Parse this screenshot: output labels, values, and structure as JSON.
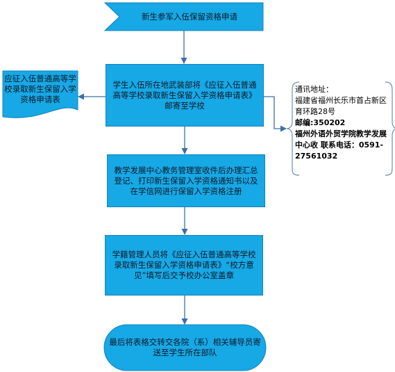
{
  "colors": {
    "box_fill": "#17a8e6",
    "box_border": "#1483b8",
    "connector": "#3b6fa8"
  },
  "nodes": {
    "start": "新生参军入伍保留资格申请",
    "mail_form": "学生入伍所在地武装部将《应征入伍普通高等学校录取新生保留入学资格申请表》邮寄至学校",
    "form_doc": "应征入伍普通高等学校录取新生保留入学资格申请表",
    "register": "教学发展中心教务管理室收件后办理汇总登记、打印新生保留入学资格通知书以及在学信网进行保留入学资格注册",
    "stamp": "学籍管理人员将《应征入伍普通高等学校录取新生保留入学资格申请表》“校方意见”填写后交予校办公室盖章",
    "end": "最后将表格交转交各院（系）相关辅导员寄送至学生所在部队"
  },
  "contact": {
    "line1": "通讯地址：",
    "line2": "福建省福州长乐市首占新区育环路28号",
    "line3": "邮编:350202",
    "line4": "福州外语外贸学院教学发展中心收  联系电话：0591-27561032"
  }
}
